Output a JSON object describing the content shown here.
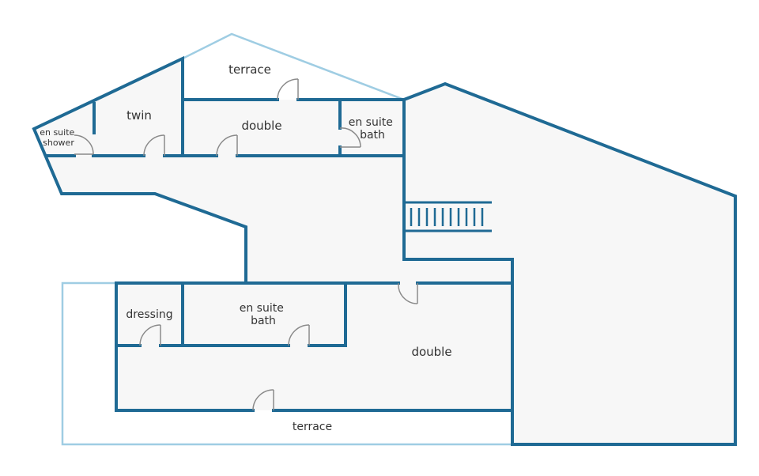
{
  "rooms": {
    "terrace_top": "terrace",
    "twin": "twin",
    "double_upper": "double",
    "en_suite_bath_upper": [
      "en suite",
      "bath"
    ],
    "en_suite_shower": [
      "en suite",
      "shower"
    ],
    "dressing": "dressing",
    "en_suite_bath_lower": [
      "en suite",
      "bath"
    ],
    "double_lower": "double",
    "terrace_bottom": "terrace"
  },
  "colors": {
    "wall": "#1f6a94",
    "terrace_outline": "#9fcde3",
    "floor": "#f7f7f7",
    "door": "#8a8a8a"
  }
}
